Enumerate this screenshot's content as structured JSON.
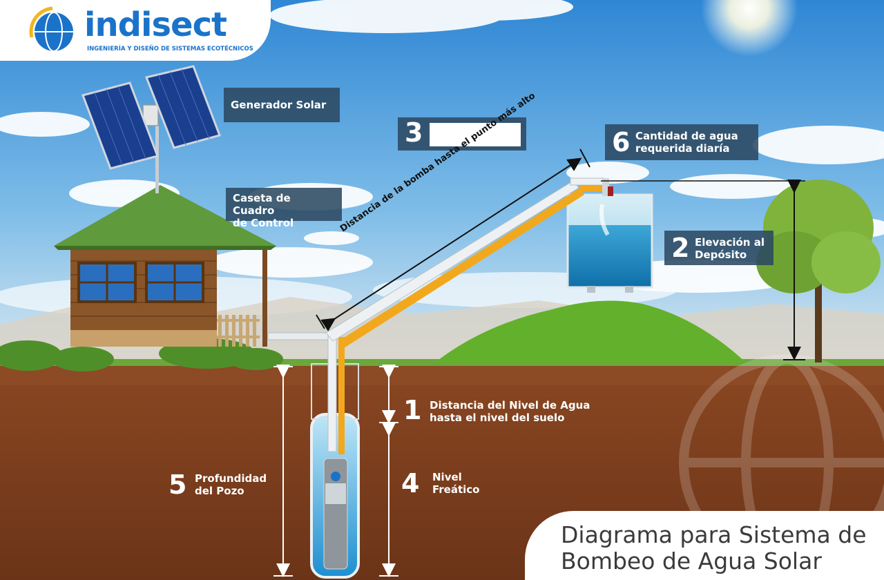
{
  "logo": {
    "name": "indisect",
    "tagline": "INGENIERÍA Y DISEÑO DE SISTEMAS ECOTÉCNICOS"
  },
  "labels": {
    "solar_generator": "Generador Solar",
    "control_house_line1": "Caseta de Cuadro",
    "control_house_line2": "de Control",
    "item3_number": "3",
    "item6_number": "6",
    "item6_line1": "Cantidad de agua",
    "item6_line2": "requerida diaría",
    "item2_number": "2",
    "item2_line1": "Elevación al",
    "item2_line2": "Depósito",
    "pipe_distance": "Distancia de la bomba hasta el punto más alto",
    "item1_number": "1",
    "item1_line1": "Distancia del Nivel de Agua",
    "item1_line2": "hasta el nivel del suelo",
    "item4_number": "4",
    "item4_line1": "Nivel",
    "item4_line2": "Freático",
    "item5_number": "5",
    "item5_line1": "Profundidad",
    "item5_line2": "del Pozo"
  },
  "title": {
    "line1": "Diagrama para Sistema de",
    "line2": "Bombeo de Agua Solar"
  },
  "colors": {
    "sky": "#4a9ad8",
    "soil": "#7a3e1d",
    "grass": "#5aa42e",
    "label_bg": "#2c4962",
    "pipe_yellow": "#f2a81d",
    "brand": "#1a73c9"
  }
}
